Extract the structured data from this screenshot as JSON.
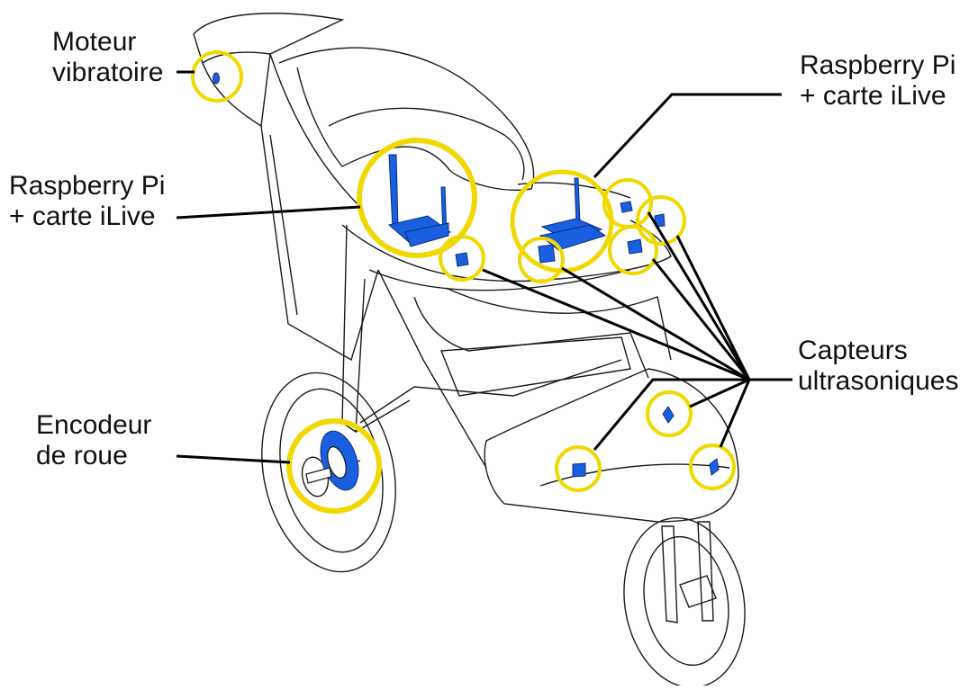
{
  "labels": {
    "motor": {
      "line1": "Moteur",
      "line2": "vibratoire"
    },
    "raspberry_left": {
      "line1": "Raspberry Pi",
      "line2": "+ carte iLive"
    },
    "raspberry_right": {
      "line1": "Raspberry Pi",
      "line2": "+ carte iLive"
    },
    "encoder": {
      "line1": "Encodeur",
      "line2": "de roue"
    },
    "sensors": {
      "line1": "Capteurs",
      "line2": "ultrasoniques"
    }
  },
  "colors": {
    "highlight": "#f0d800",
    "component": "#1a5fe0",
    "outline": "#1a1a1a",
    "leader": "#000000"
  }
}
